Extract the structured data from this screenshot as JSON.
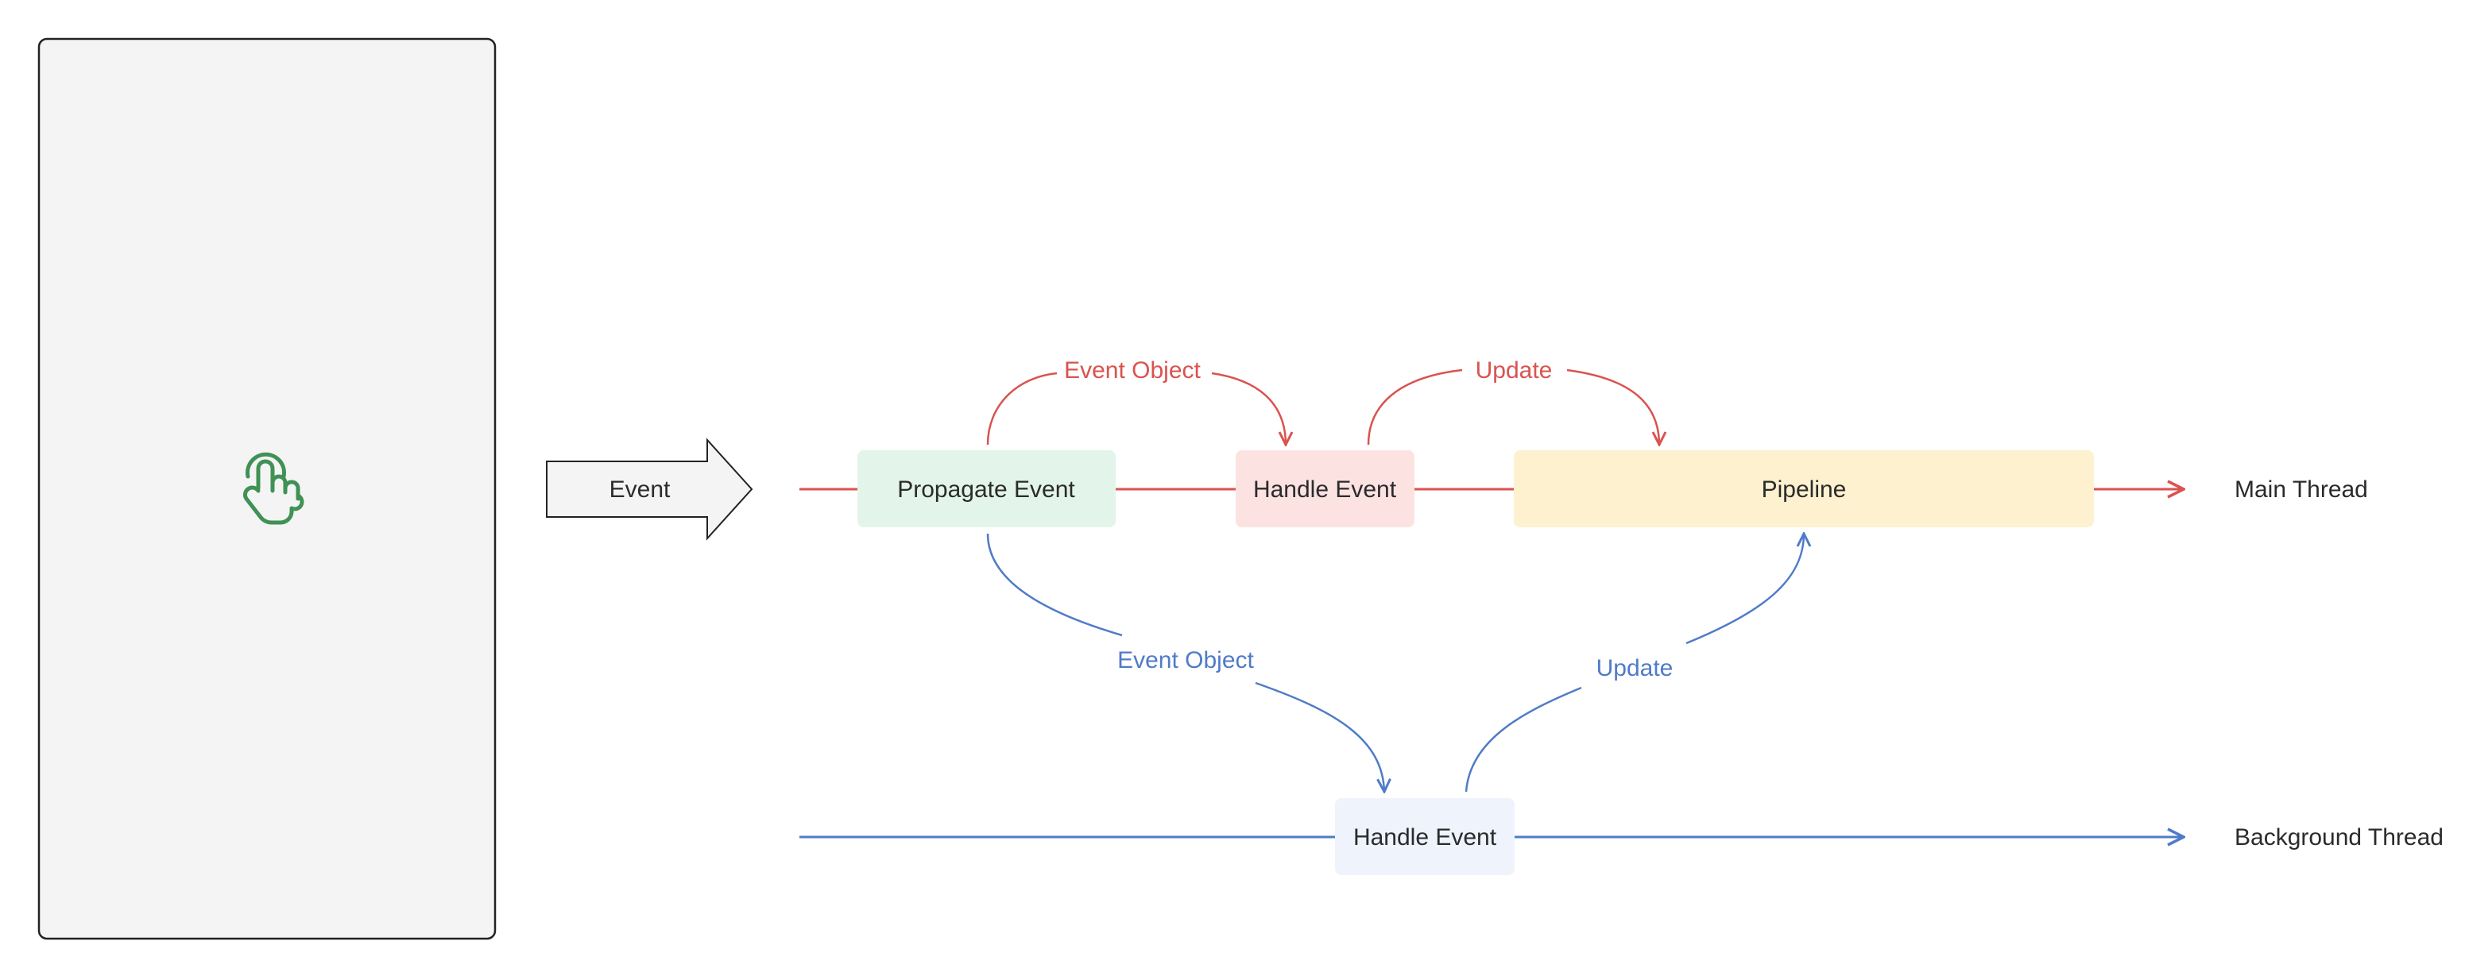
{
  "device": {
    "icon": "tap-hand-icon"
  },
  "event_arrow": {
    "label": "Event"
  },
  "main_thread": {
    "label": "Main Thread",
    "boxes": {
      "propagate": "Propagate Event",
      "handle": "Handle Event",
      "pipeline": "Pipeline"
    },
    "flows": {
      "event_object": "Event Object",
      "update": "Update"
    }
  },
  "background_thread": {
    "label": "Background Thread",
    "boxes": {
      "handle": "Handle Event"
    },
    "flows": {
      "event_object": "Event Object",
      "update": "Update"
    }
  },
  "colors": {
    "main_line": "#d9534f",
    "background_line": "#4f7bc8",
    "propagate_fill": "#e3f5ea",
    "handle_fill": "#fde2e2",
    "pipeline_fill": "#fdf1cf",
    "bg_handle_fill": "#eef3fc",
    "device_fill": "#f4f4f4",
    "icon": "#3f9155"
  }
}
